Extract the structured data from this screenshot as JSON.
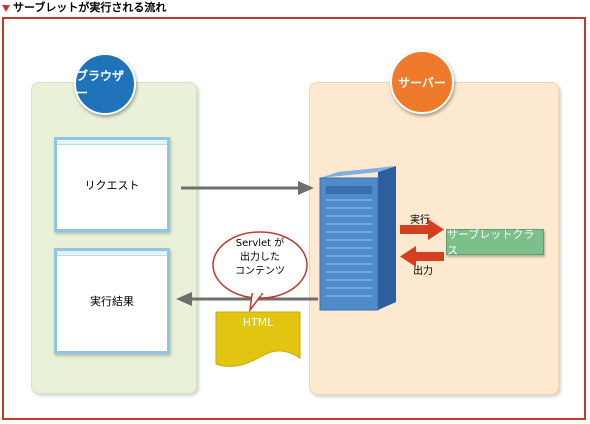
{
  "title": "サーブレットが実行される流れ",
  "browser": {
    "label": "ブラウザー",
    "request_label": "リクエスト",
    "result_label": "実行結果"
  },
  "server": {
    "label": "サーバー",
    "servlet_class_label": "サーブレットクラス",
    "execute_label": "実行",
    "output_label": "出力"
  },
  "bubble": {
    "line1": "Servlet が",
    "line2": "出力した",
    "line3": "コンテンツ"
  },
  "document": {
    "label": "HTML"
  },
  "colors": {
    "accent": "#c0392b",
    "browser_circle": "#1f73b8",
    "server_circle": "#f07a2c",
    "browser_panel": "#e9f2d8",
    "server_panel": "#fce9cf",
    "servlet_box": "#7bbf8a",
    "html_doc": "#e1c511",
    "server_icon": "#4f8ac9",
    "arrow_red": "#d2401f",
    "arrow_gray": "#6e6e6e"
  }
}
